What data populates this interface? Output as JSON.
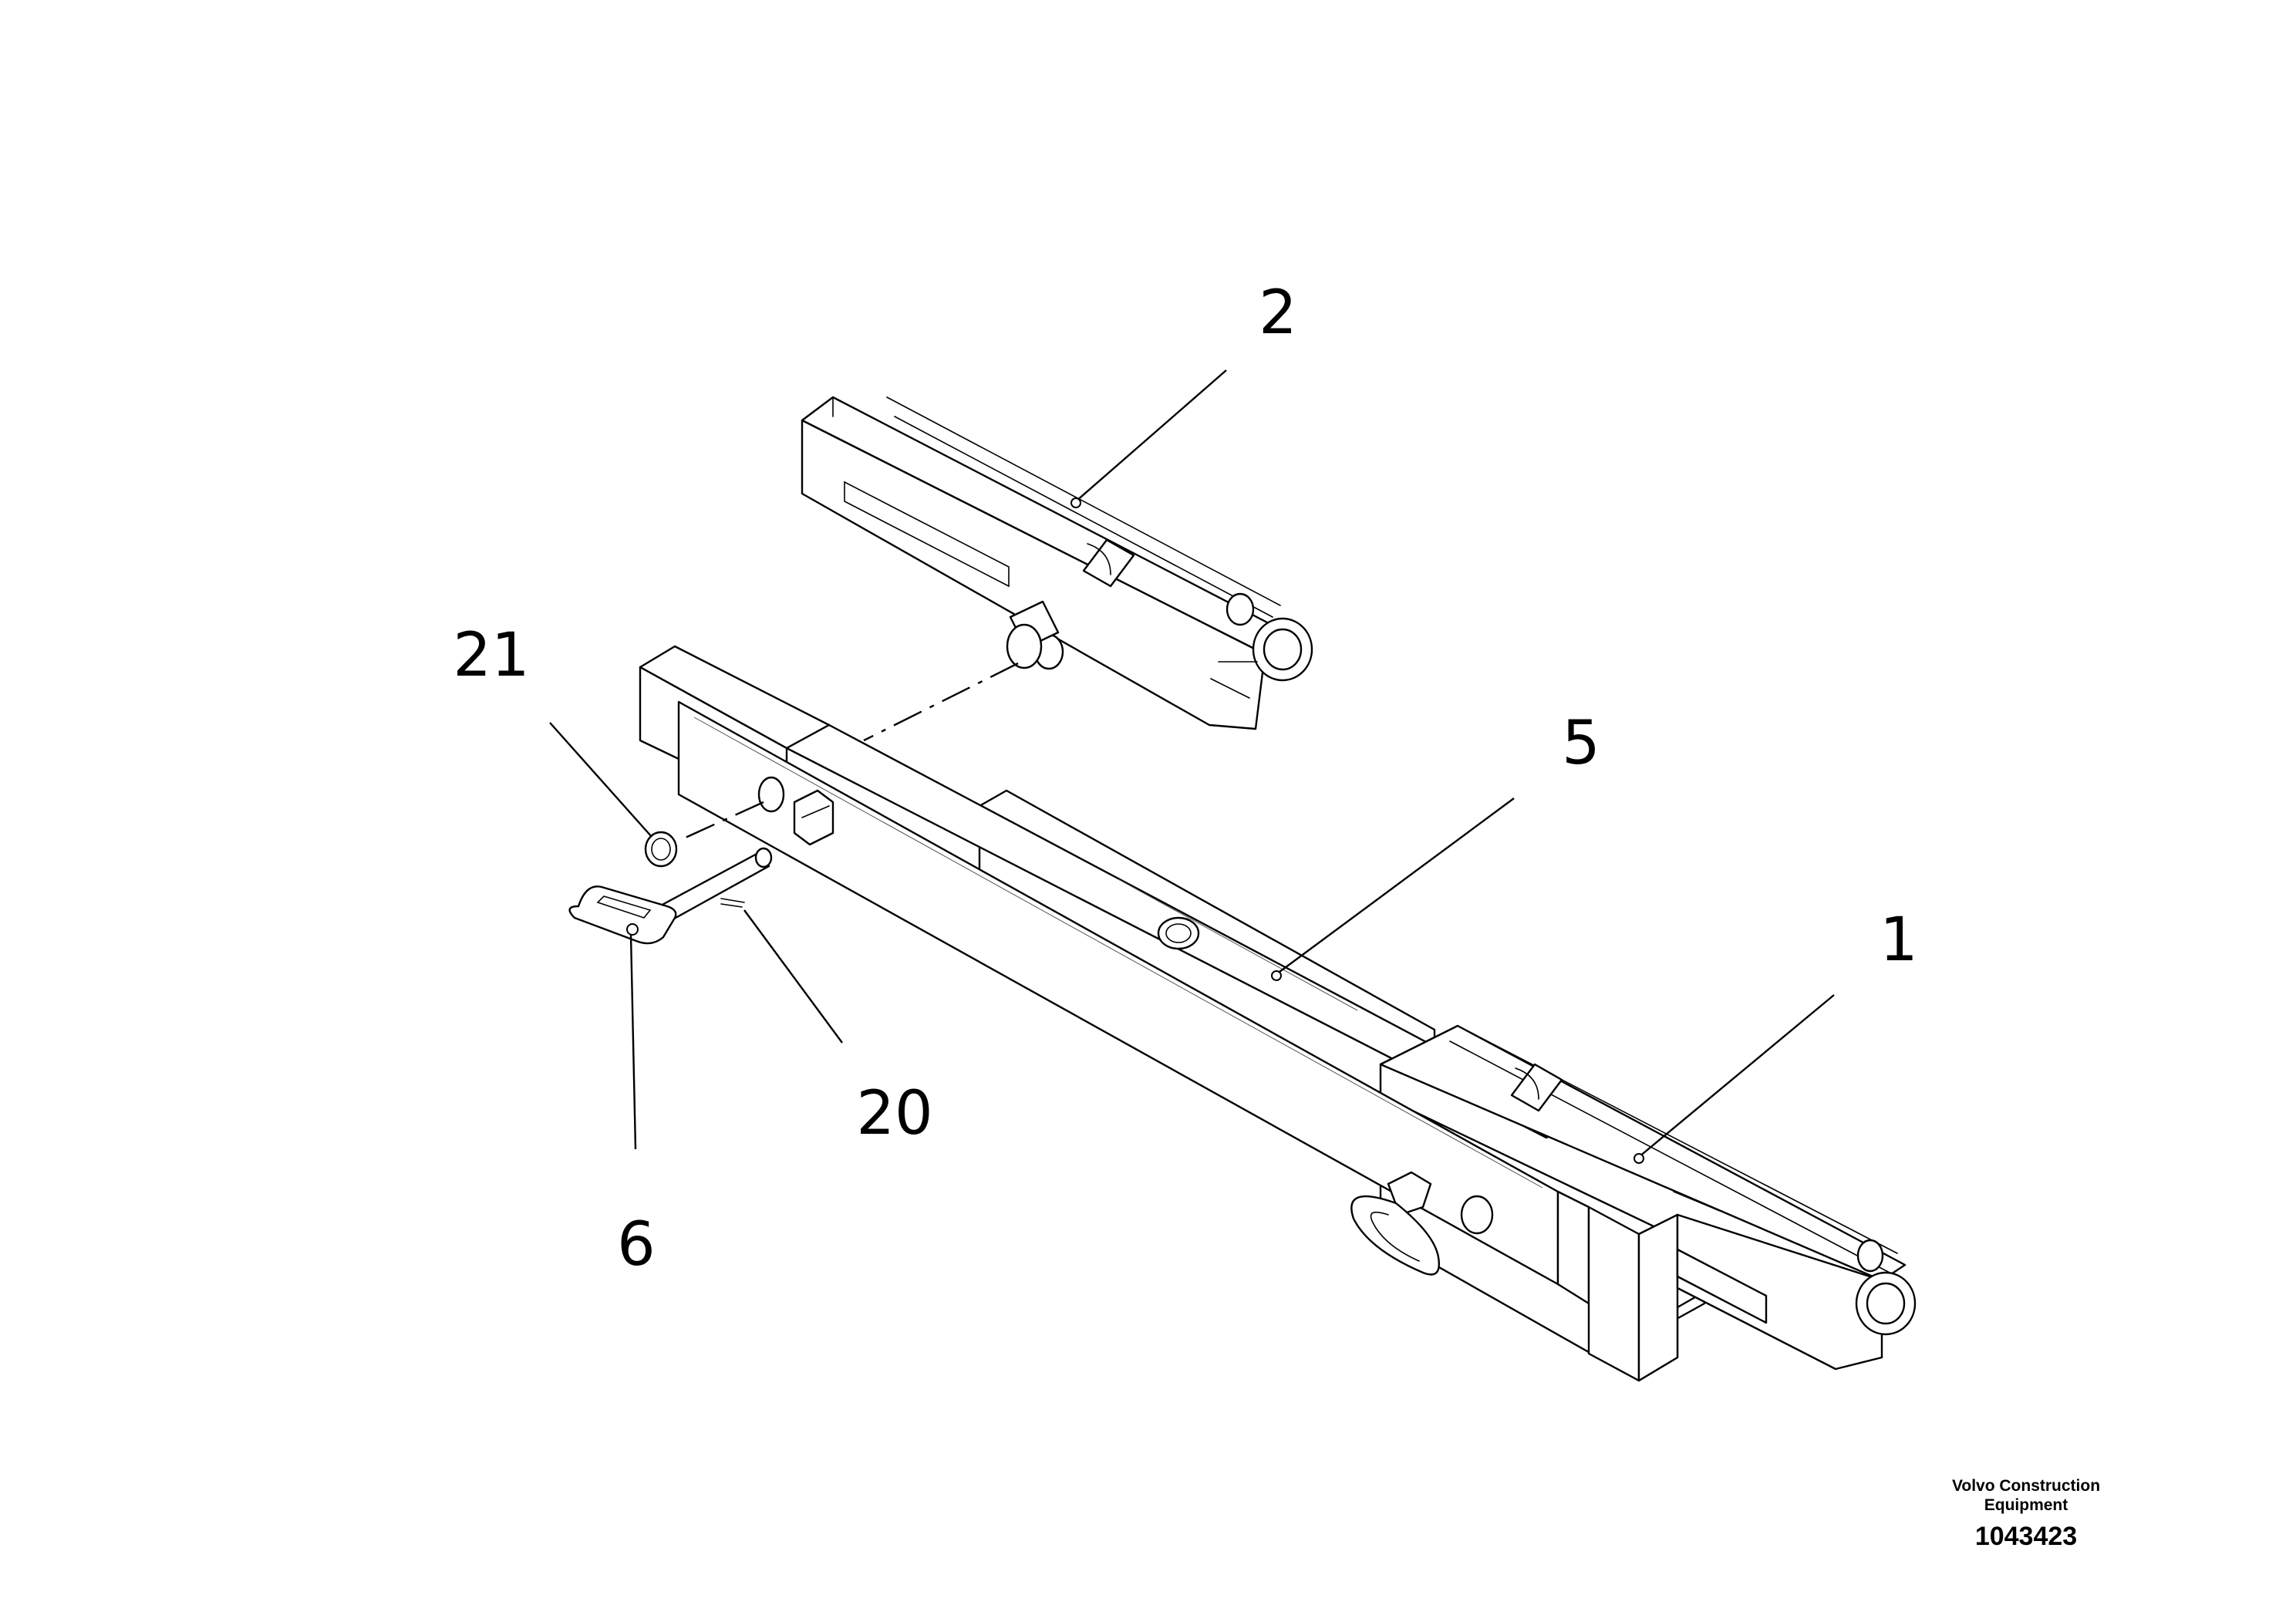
{
  "callouts": [
    {
      "id": "c2",
      "label": "2"
    },
    {
      "id": "c21",
      "label": "21"
    },
    {
      "id": "c5",
      "label": "5"
    },
    {
      "id": "c1",
      "label": "1"
    },
    {
      "id": "c20",
      "label": "20"
    },
    {
      "id": "c6",
      "label": "6"
    }
  ],
  "footer": {
    "brand_line1": "Volvo Construction",
    "brand_line2": "Equipment",
    "drawing_number": "1043423"
  }
}
